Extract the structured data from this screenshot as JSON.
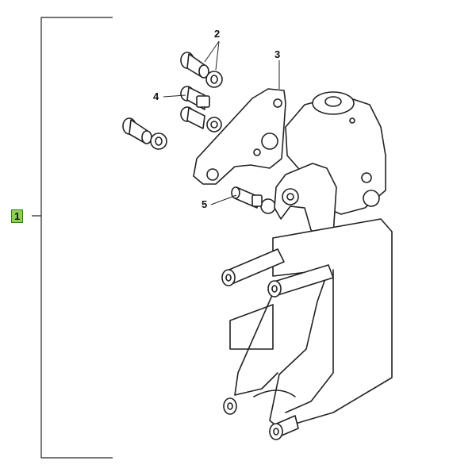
{
  "callouts": {
    "c1": "1",
    "c2": "2",
    "c3": "3",
    "c4": "4",
    "c5": "5"
  },
  "colors": {
    "highlight_fill": "#8fd14f",
    "line": "#222222",
    "background": "#ffffff"
  }
}
